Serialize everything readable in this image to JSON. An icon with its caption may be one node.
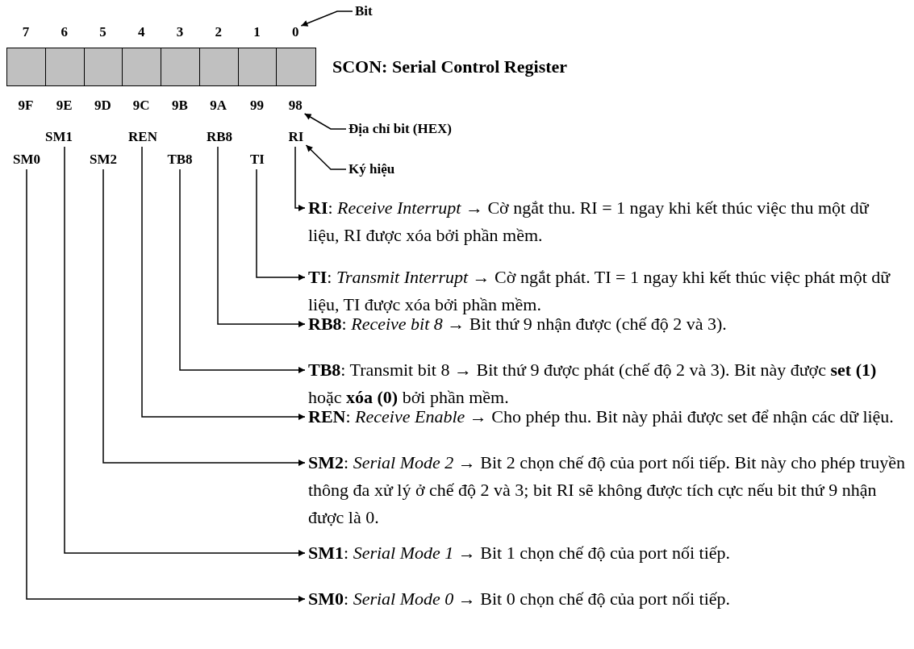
{
  "diagram": {
    "title": "SCON: Serial Control Register",
    "nodes": [
      {
        "text": [
          "Bit"
        ]
      },
      {
        "text": [
          "7"
        ]
      },
      {
        "text": [
          "6"
        ]
      },
      {
        "text": [
          "5"
        ]
      },
      {
        "text": [
          "4"
        ]
      },
      {
        "text": [
          "3"
        ]
      },
      {
        "text": [
          "2"
        ]
      },
      {
        "text": [
          "1"
        ]
      },
      {
        "text": [
          "0"
        ]
      },
      {
        "text": [],
        "shape": "box"
      },
      {
        "text": [],
        "shape": "box"
      },
      {
        "text": [],
        "shape": "box"
      },
      {
        "text": [],
        "shape": "box"
      },
      {
        "text": [],
        "shape": "box"
      },
      {
        "text": [],
        "shape": "box"
      },
      {
        "text": [],
        "shape": "box"
      },
      {
        "text": [],
        "shape": "box"
      },
      {
        "text": [
          "9F"
        ]
      },
      {
        "text": [
          "9E"
        ]
      },
      {
        "text": [
          "9D"
        ]
      },
      {
        "text": [
          "9C"
        ]
      },
      {
        "text": [
          "9B"
        ]
      },
      {
        "text": [
          "9A"
        ]
      },
      {
        "text": [
          "99"
        ]
      },
      {
        "text": [
          "98"
        ]
      },
      {
        "text": [
          "Địa chỉ bit (HEX)"
        ]
      },
      {
        "text": [
          "SM1"
        ]
      },
      {
        "text": [
          "REN"
        ]
      },
      {
        "text": [
          "RB8"
        ]
      },
      {
        "text": [
          "RI"
        ]
      },
      {
        "text": [
          "Ký hiệu"
        ]
      },
      {
        "text": [
          "SM0"
        ]
      },
      {
        "text": [
          "SM2"
        ]
      },
      {
        "text": [
          "TB8"
        ]
      },
      {
        "text": [
          "TI"
        ]
      },
      {
        "text": [
          "**RI**: *Receive Interrupt* → Cờ ngắt thu. RI = 1 ngay khi kết thúc việc thu một dữ liệu, RI được xóa bởi phần mềm."
        ]
      },
      {
        "text": [
          "**TI**: *Transmit Interrupt* → Cờ ngắt phát. TI = 1 ngay khi kết thúc việc phát một dữ liệu, TI được xóa bởi phần mềm."
        ]
      },
      {
        "text": [
          "**RB8**: *Receive bit 8* → Bit thứ 9 nhận được (chế độ 2 và 3)."
        ]
      },
      {
        "text": [
          "**TB8**: Transmit bit 8 → Bit thứ 9 được phát (chế độ 2 và 3). Bit này được **set (1)** hoặc **xóa (0)** bởi phần mềm."
        ]
      },
      {
        "text": [
          "**REN**: *Receive Enable* → Cho phép thu. Bit này phải được set để nhận các dữ liệu."
        ]
      },
      {
        "text": [
          "**SM2**: *Serial Mode 2* → Bit 2 chọn chế độ của port nối tiếp. Bit này cho phép truyền thông đa xử lý ở chế độ 2 và 3; bit RI sẽ không được tích cực nếu bit thứ 9 nhận được là 0."
        ]
      },
      {
        "text": [
          "**SM1**: *Serial Mode 1* → Bit 1 chọn chế độ của port nối tiếp."
        ]
      },
      {
        "text": [
          "**SM0**: *Serial Mode 0* → Bit 0 chọn chế độ của port nối tiếp."
        ]
      }
    ],
    "edges": [
      {
        "from": 0,
        "to": 8,
        "arrow": "to"
      },
      {
        "from": 25,
        "to": 24,
        "arrow": "to"
      },
      {
        "from": 30,
        "to": 29,
        "arrow": "to"
      },
      {
        "from": 29,
        "to": 35,
        "arrow": "to"
      },
      {
        "from": 34,
        "to": 36,
        "arrow": "to"
      },
      {
        "from": 28,
        "to": 37,
        "arrow": "to"
      },
      {
        "from": 33,
        "to": 38,
        "arrow": "to"
      },
      {
        "from": 27,
        "to": 39,
        "arrow": "to"
      },
      {
        "from": 32,
        "to": 40,
        "arrow": "to"
      },
      {
        "from": 26,
        "to": 41,
        "arrow": "to"
      },
      {
        "from": 31,
        "to": 42,
        "arrow": "to"
      }
    ]
  }
}
